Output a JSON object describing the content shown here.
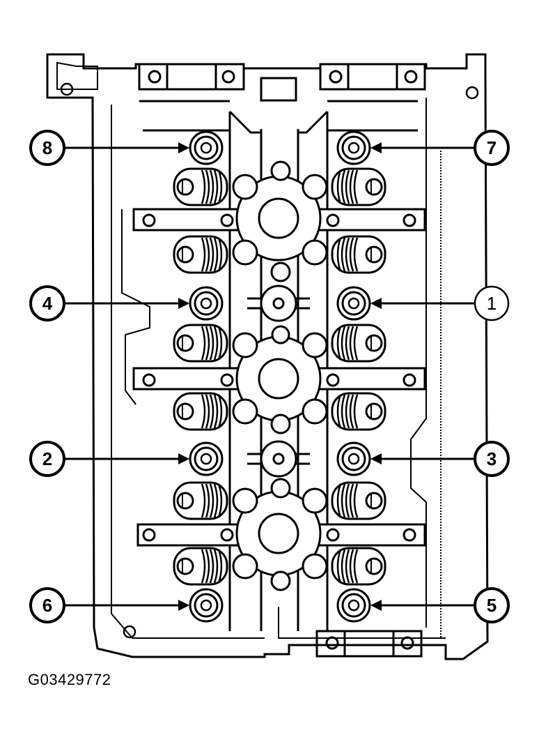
{
  "figure_id": "G03429772",
  "callouts": [
    {
      "label": "8",
      "bold": true
    },
    {
      "label": "7",
      "bold": true
    },
    {
      "label": "4",
      "bold": true
    },
    {
      "label": "1",
      "bold": false
    },
    {
      "label": "2",
      "bold": true
    },
    {
      "label": "3",
      "bold": true
    },
    {
      "label": "6",
      "bold": true
    },
    {
      "label": "5",
      "bold": true
    }
  ],
  "colors": {
    "line": "#000000",
    "background": "#ffffff"
  }
}
